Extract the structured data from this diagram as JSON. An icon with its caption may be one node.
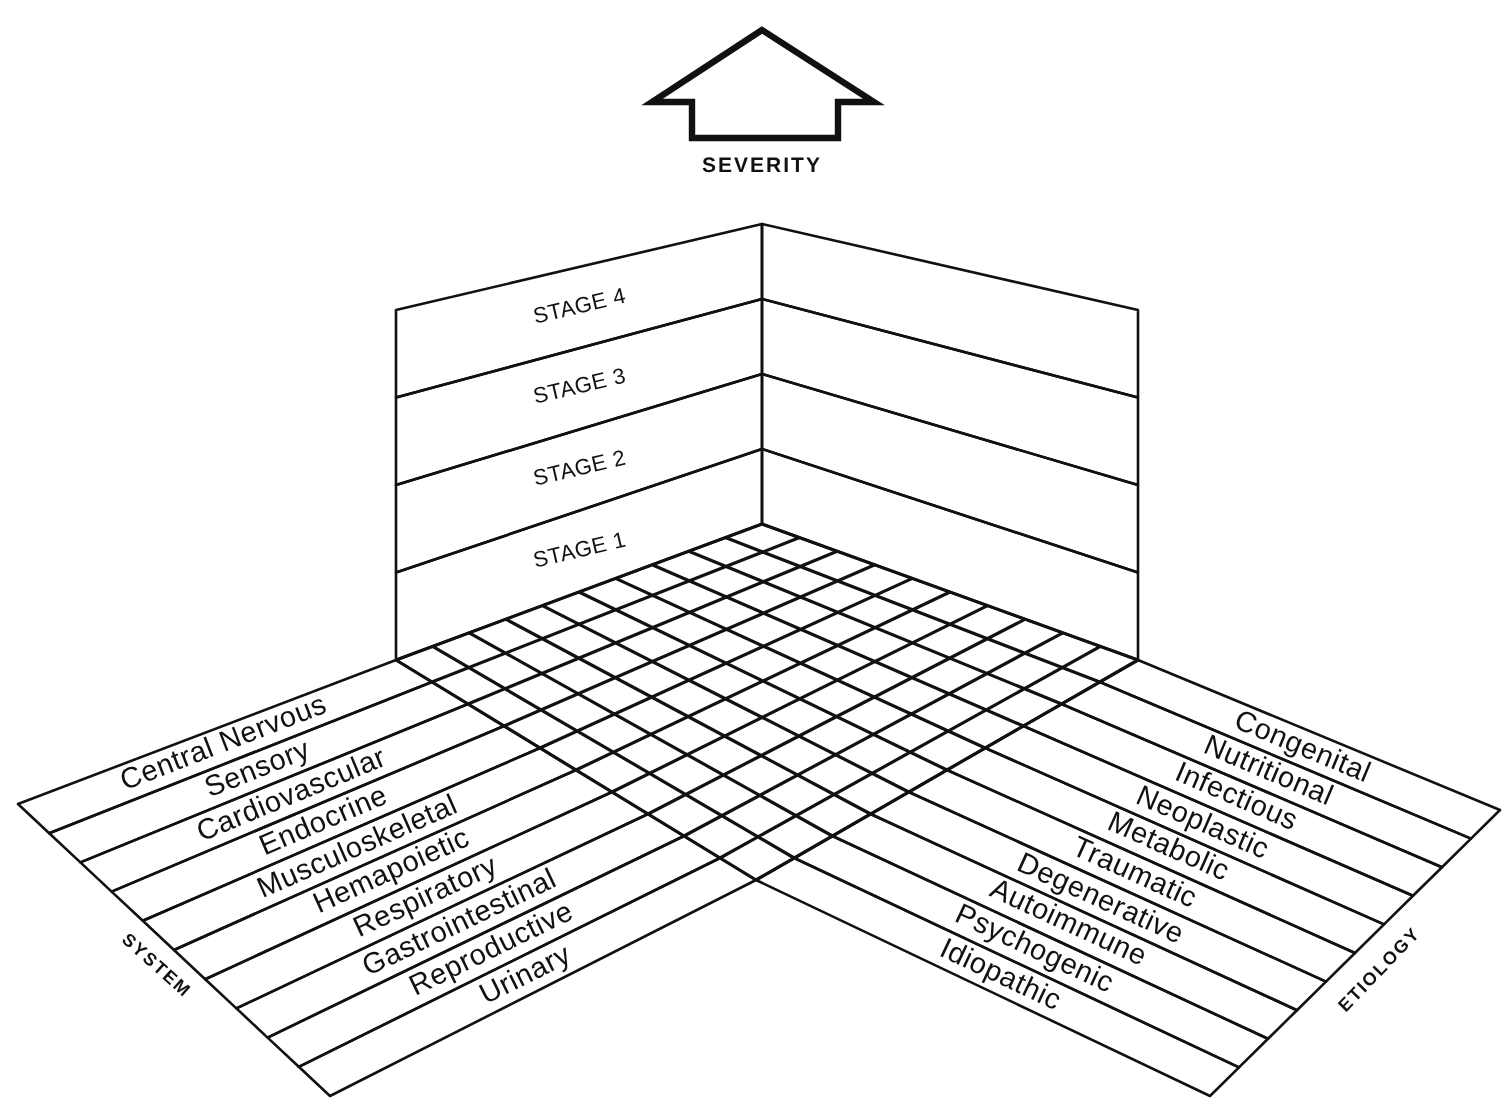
{
  "diagram": {
    "nodes": [
      {
        "text": [
          "STAGE 4"
        ]
      },
      {
        "text": [
          "STAGE 3"
        ]
      },
      {
        "text": [
          "STAGE 2"
        ]
      },
      {
        "text": [
          "STAGE 1"
        ]
      },
      {
        "text": [],
        "shape": "band"
      },
      {
        "text": [],
        "shape": "band"
      },
      {
        "text": [],
        "shape": "band"
      },
      {
        "text": [],
        "shape": "band"
      },
      {
        "text": [
          "Central Nervous"
        ]
      },
      {
        "text": [
          "Sensory"
        ]
      },
      {
        "text": [
          "Cardiovascular"
        ]
      },
      {
        "text": [
          "Endocrine"
        ]
      },
      {
        "text": [
          "Musculoskeletal"
        ]
      },
      {
        "text": [
          "Hemapoietic"
        ]
      },
      {
        "text": [
          "Respiratory"
        ]
      },
      {
        "text": [
          "Gastrointestinal"
        ]
      },
      {
        "text": [
          "Reproductive"
        ]
      },
      {
        "text": [
          "Urinary"
        ]
      },
      {
        "text": [
          "Congenital"
        ]
      },
      {
        "text": [
          "Nutritional"
        ]
      },
      {
        "text": [
          "Infectious"
        ]
      },
      {
        "text": [
          "Neoplastic"
        ]
      },
      {
        "text": [
          "Metabolic"
        ]
      },
      {
        "text": [
          "Traumatic"
        ]
      },
      {
        "text": [
          "Degenerative"
        ]
      },
      {
        "text": [
          "Autoimmune"
        ]
      },
      {
        "text": [
          "Psychogenic"
        ]
      },
      {
        "text": [
          "Idiopathic"
        ]
      }
    ],
    "labels": [
      "SEVERITY",
      "SYSTEM",
      "ETIOLOGY"
    ]
  }
}
